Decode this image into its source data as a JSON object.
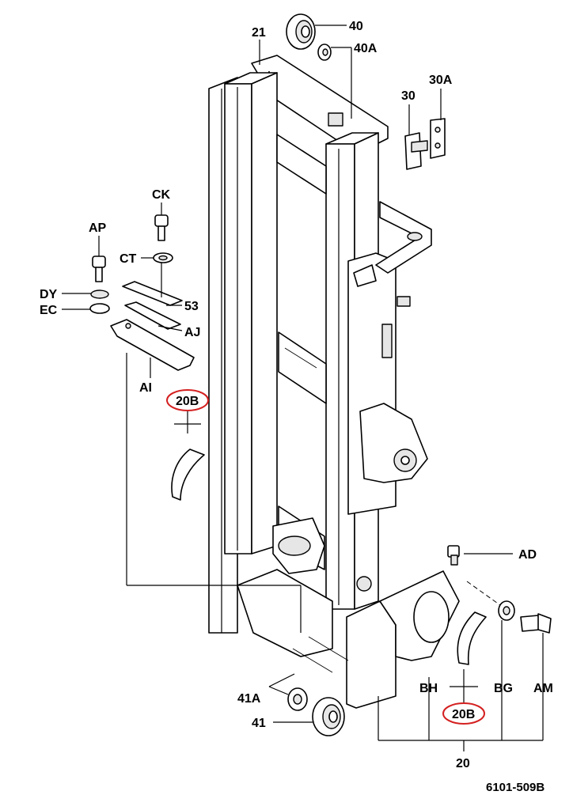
{
  "labels": {
    "l21": "21",
    "l40": "40",
    "l40A": "40A",
    "l30": "30",
    "l30A": "30A",
    "lCK": "CK",
    "lAP": "AP",
    "lCT": "CT",
    "lDY": "DY",
    "lEC": "EC",
    "l53": "53",
    "lAJ": "AJ",
    "lAI": "AI",
    "l20B_top": "20B",
    "lAD": "AD",
    "l41A": "41A",
    "l41": "41",
    "lBH": "BH",
    "lBG": "BG",
    "lAM": "AM",
    "l20B_bottom": "20B",
    "l20": "20"
  },
  "figure_code": "6101-509B",
  "colors": {
    "highlight": "#d42020",
    "ink": "#000000"
  }
}
